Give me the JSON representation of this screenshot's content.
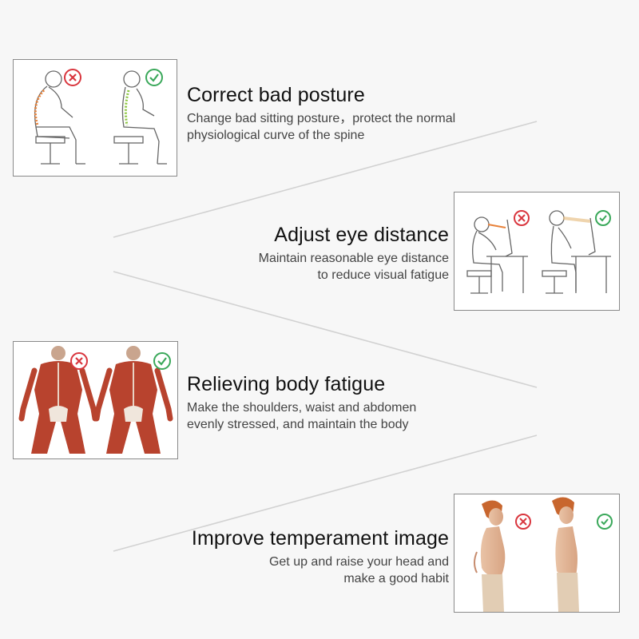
{
  "features": [
    {
      "title": "Correct bad posture",
      "lines": [
        "Change bad sitting posture，protect the normal",
        "physiological curve of the spine"
      ]
    },
    {
      "title": "Adjust eye distance",
      "lines": [
        "Maintain reasonable eye distance",
        "to reduce visual fatigue"
      ]
    },
    {
      "title": "Relieving body fatigue",
      "lines": [
        "Make the shoulders, waist and abdomen",
        "evenly stressed, and maintain the body"
      ]
    },
    {
      "title": "Improve temperament image",
      "lines": [
        "Get up and raise your head and",
        "make a good habit"
      ]
    }
  ],
  "icons": {
    "bad": "cross-circle-icon",
    "good": "check-circle-icon"
  },
  "colors": {
    "bad": "#d9363e",
    "good": "#3aa85a",
    "spine_bad": "#e8823a",
    "spine_good": "#8cc63f",
    "muscle": "#b8432e"
  }
}
